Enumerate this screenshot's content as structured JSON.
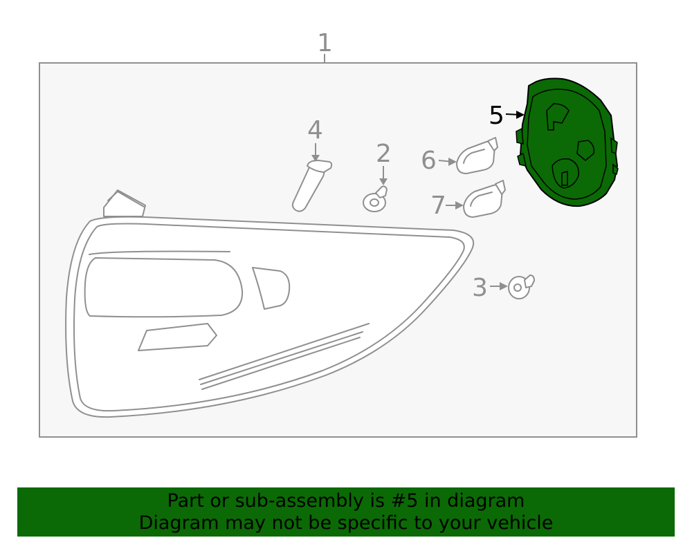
{
  "diagram": {
    "callouts": {
      "part_1": "1",
      "part_2": "2",
      "part_3": "3",
      "part_4": "4",
      "part_5": "5",
      "part_6": "6",
      "part_7": "7"
    },
    "highlighted_part": "5",
    "highlight_color": "#0b6a05",
    "line_color": "#8f8f8f",
    "panel_background": "#f7f7f7"
  },
  "banner": {
    "line1": "Part or sub-assembly is #5 in diagram",
    "line2": "Diagram may not be specific to your vehicle",
    "background": "#0b6a05"
  }
}
